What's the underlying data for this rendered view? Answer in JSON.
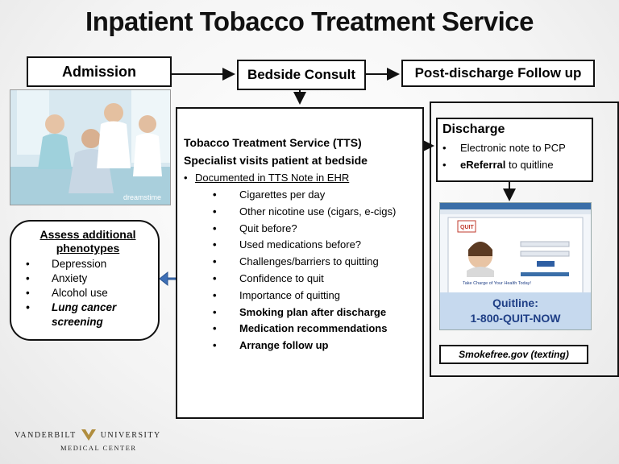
{
  "title": "Inpatient Tobacco Treatment Service",
  "flow": {
    "admission": "Admission",
    "consult": "Bedside Consult",
    "followup": "Post-discharge Follow up"
  },
  "photo": {
    "watermark": "dreamstime"
  },
  "tts": {
    "heading1": "Tobacco Treatment Service (TTS)",
    "heading2": "Specialist  visits patient at bedside",
    "main_item": "Documented in TTS Note in EHR",
    "items": [
      {
        "text": "Cigarettes per day",
        "bold": false
      },
      {
        "text": "Other nicotine use (cigars, e-cigs)",
        "bold": false
      },
      {
        "text": "Quit before?",
        "bold": false
      },
      {
        "text": "Used medications before?",
        "bold": false
      },
      {
        "text": "Challenges/barriers to quitting",
        "bold": false
      },
      {
        "text": "Confidence to quit",
        "bold": false
      },
      {
        "text": "Importance of quitting",
        "bold": false
      },
      {
        "text": "Smoking plan after discharge",
        "bold": true
      },
      {
        "text": "Medication recommendations",
        "bold": true
      },
      {
        "text": "Arrange follow up",
        "bold": true
      }
    ]
  },
  "phenotypes": {
    "title_line1": "Assess additional",
    "title_line2": "phenotypes",
    "items": [
      "Depression",
      "Anxiety",
      "Alcohol use"
    ],
    "bold_item_line1": "Lung cancer",
    "bold_item_line2": "screening"
  },
  "discharge": {
    "title": "Discharge",
    "item1": "Electronic note to PCP",
    "item2_bold": "eReferral",
    "item2_rest": " to quitline"
  },
  "webpage": {
    "logo_text": "QUIT",
    "caption": "Take Charge of Your Health Today!",
    "quitline_label": "Quitline:",
    "quitline_number": "1-800-QUIT-NOW"
  },
  "smokefree": "Smokefree.gov (texting)",
  "logo": {
    "line1a": "VANDERBILT",
    "line1b": "UNIVERSITY",
    "line2": "MEDICAL CENTER"
  }
}
